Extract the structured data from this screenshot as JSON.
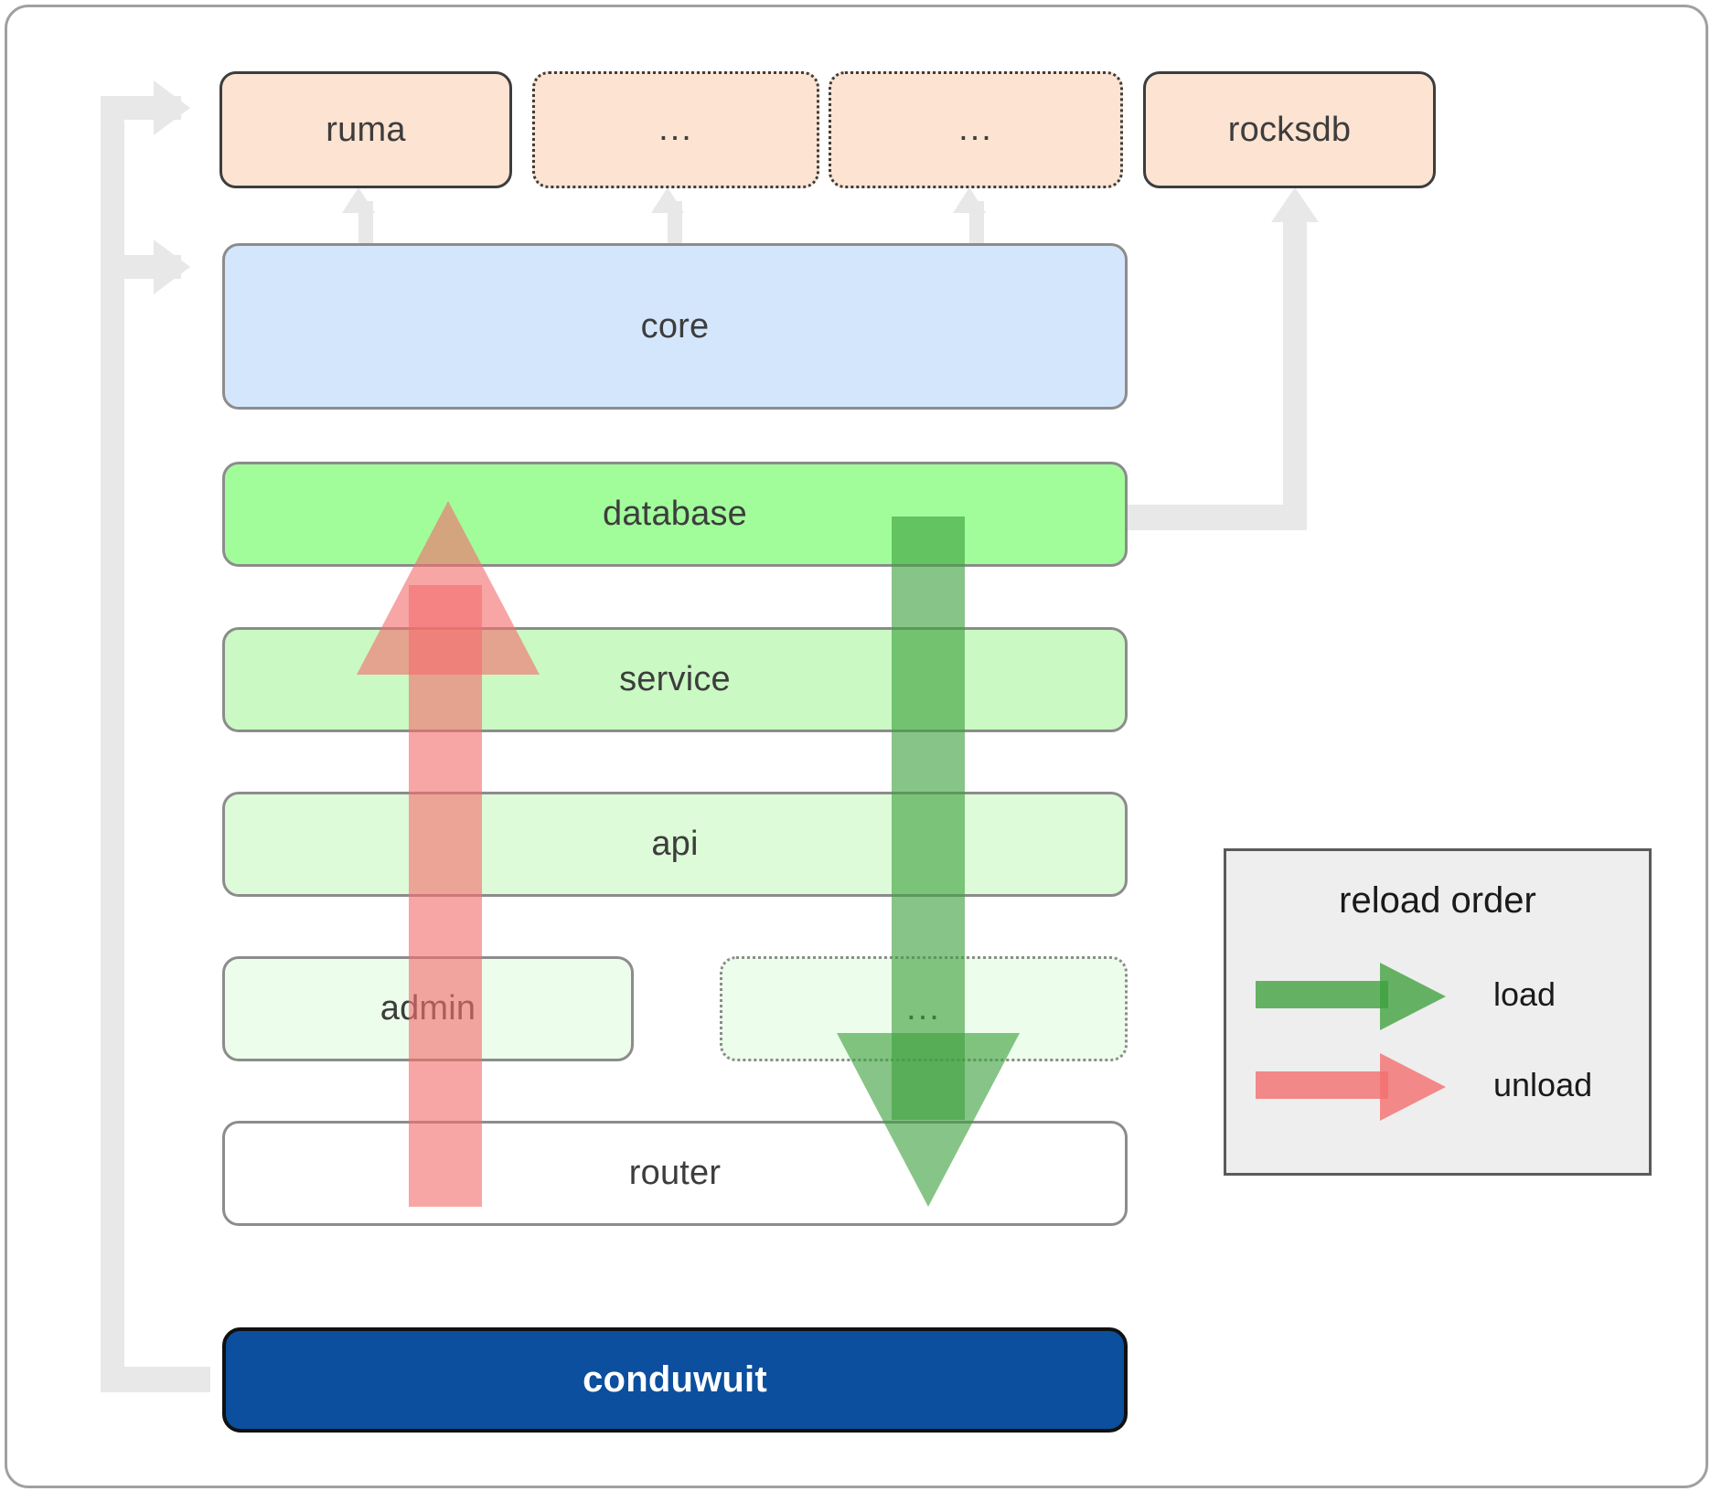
{
  "diagram": {
    "title": "conduwuit crate architecture / reload order",
    "colors": {
      "dependency_fill": "#fce3d2",
      "dependency_stroke": "#3d3d3d",
      "core_fill": "#d4e6fb",
      "layer_stroke": "#8c8c8c",
      "database_fill": "#a1fd9a",
      "service_fill": "#caf9c3",
      "api_fill": "#ddfbd8",
      "admin_fill": "#edfdeb",
      "router_fill": "#ffffff",
      "main_fill": "#0b4f9e",
      "main_text": "#ffffff",
      "connector": "#e8e8e8",
      "load_arrow": "#4caf50",
      "unload_arrow": "#f88888",
      "legend_bg": "#eeeeee",
      "legend_border": "#5a5a5a"
    },
    "dependencies": [
      {
        "label": "ruma",
        "style": "solid"
      },
      {
        "label": "...",
        "style": "dotted"
      },
      {
        "label": "...",
        "style": "dotted"
      },
      {
        "label": "rocksdb",
        "style": "solid"
      }
    ],
    "core": {
      "label": "core"
    },
    "layers": [
      {
        "label": "database",
        "style": "solid"
      },
      {
        "label": "service",
        "style": "solid"
      },
      {
        "label": "api",
        "style": "solid"
      }
    ],
    "sub_layers": [
      {
        "label": "admin",
        "style": "solid"
      },
      {
        "label": "...",
        "style": "dotted"
      }
    ],
    "router": {
      "label": "router"
    },
    "main": {
      "label": "conduwuit"
    },
    "legend": {
      "title": "reload order",
      "items": [
        {
          "label": "load",
          "color": "#4caf50"
        },
        {
          "label": "unload",
          "color": "#f88888"
        }
      ]
    }
  }
}
